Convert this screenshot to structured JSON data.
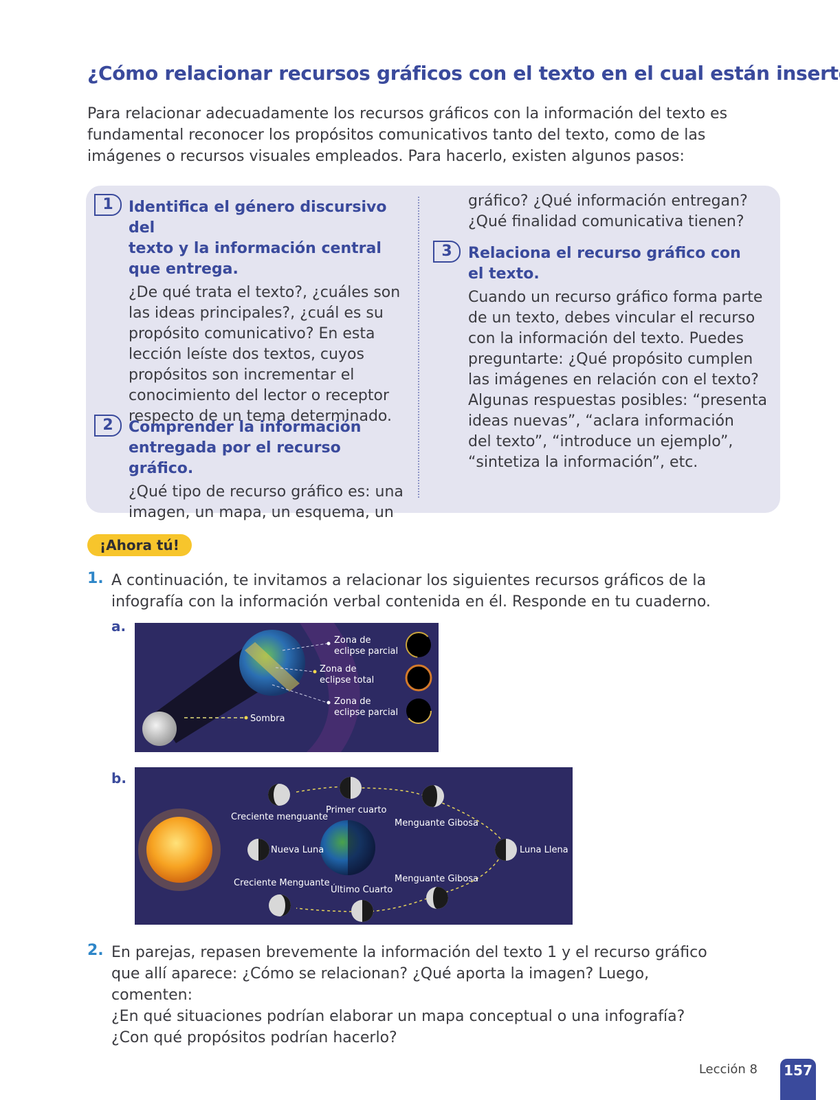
{
  "heading": "¿Cómo relacionar recursos gráficos con el texto en el cual están insertos?",
  "intro": [
    "Para relacionar adecuadamente los recursos gráficos con la información del texto es",
    "fundamental reconocer los propósitos comunicativos tanto del texto, como de las",
    "imágenes o recursos visuales empleados. Para hacerlo, existen algunos pasos:"
  ],
  "steps": [
    {
      "number": "1",
      "title": [
        "Identifica el género discursivo del",
        "texto y la información central",
        "que entrega."
      ],
      "body": [
        "¿De qué trata el texto?, ¿cuáles son",
        "las ideas principales?, ¿cuál es su",
        "propósito comunicativo? En esta",
        "lección leíste dos textos, cuyos",
        "propósitos son incrementar el",
        "conocimiento del lector o receptor",
        "respecto de un tema determinado."
      ]
    },
    {
      "number": "2",
      "title": [
        "Comprender la información",
        "entregada por el recurso gráfico."
      ],
      "body": [
        "¿Qué tipo de recurso gráfico es: una",
        "imagen, un mapa, un esquema, un"
      ],
      "body_continued": [
        "gráfico? ¿Qué información entregan?",
        "¿Qué finalidad comunicativa tienen?"
      ]
    },
    {
      "number": "3",
      "title": [
        "Relaciona el recurso gráfico con",
        "el texto."
      ],
      "body": [
        "Cuando un recurso gráfico forma parte",
        "de un texto, debes vincular el recurso",
        "con la información del texto. Puedes",
        "preguntarte: ¿Qué propósito cumplen",
        "las imágenes en relación con el texto?",
        "Algunas respuestas posibles: “presenta",
        "ideas nuevas”, “aclara información",
        "del texto”, “introduce un ejemplo”,",
        "“sintetiza la información”, etc."
      ]
    }
  ],
  "badge": "¡Ahora tú!",
  "questions": [
    {
      "number": "1.",
      "lines": [
        "A continuación, te invitamos a relacionar los siguientes recursos gráficos de la",
        "infografía con la información verbal contenida en él. Responde en tu cuaderno."
      ]
    },
    {
      "number": "2.",
      "lines": [
        "En parejas, repasen brevemente la información del texto 1 y el recurso gráfico",
        "que allí aparece: ¿Cómo se relacionan? ¿Qué aporta la imagen? Luego, comenten:",
        "¿En qué situaciones podrían elaborar un mapa conceptual o una infografía?",
        "¿Con qué propósitos podrían hacerlo?"
      ]
    }
  ],
  "figure_a": {
    "label": "a.",
    "labels": {
      "partial_top_1": "Zona de",
      "partial_top_2": "eclipse parcial",
      "total_1": "Zona de",
      "total_2": "eclipse total",
      "partial_bottom_1": "Zona de",
      "partial_bottom_2": "eclipse parcial",
      "shadow": "Sombra"
    }
  },
  "figure_b": {
    "label": "b.",
    "labels": {
      "creciente_menguante_top": "Creciente menguante",
      "primer_cuarto": "Primer cuarto",
      "menguante_gibosa_top": "Menguante Gibosa",
      "nueva_luna": "Nueva Luna",
      "luna_llena": "Luna Llena",
      "creciente_menguante_bottom": "Creciente Menguante",
      "ultimo_cuarto": "Último Cuarto",
      "menguante_gibosa_bottom": "Menguante Gibosa"
    }
  },
  "footer": {
    "lesson": "Lección 8",
    "page": "157"
  },
  "colors": {
    "heading": "#3a4a9c",
    "box": "#e4e4f0",
    "badge": "#f7c52c",
    "question_number": "#2e86c8",
    "figure_bg": "#2d2a63"
  }
}
